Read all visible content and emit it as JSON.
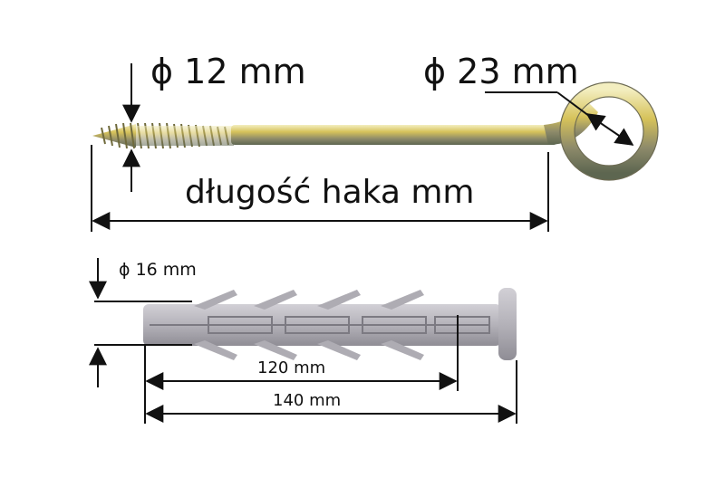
{
  "hook": {
    "shank_diameter": "ϕ 12 mm",
    "eye_diameter": "ϕ 23 mm",
    "length_label": "długość haka mm"
  },
  "dowel": {
    "diameter": "ϕ 16 mm",
    "inner_length": "120 mm",
    "total_length": "140 mm"
  },
  "colors": {
    "hook_metal": "#c9b24a",
    "dowel_plastic": "#b8b6bd",
    "line": "#111111"
  }
}
